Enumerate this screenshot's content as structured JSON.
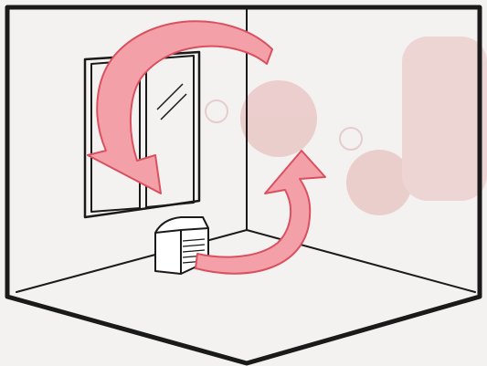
{
  "diagram": {
    "kind": "room-air-circulation",
    "elements": [
      {
        "name": "room-outline",
        "semantic": "cube-room"
      },
      {
        "name": "window",
        "panes": 2
      },
      {
        "name": "heater",
        "semantic": "space heater"
      },
      {
        "name": "arrow-from-window",
        "direction": "down-into-room"
      },
      {
        "name": "arrow-from-heater",
        "direction": "up-into-room"
      }
    ],
    "colors": {
      "outline": "#1a1a1a",
      "arrow_fill": "#f4a0a8",
      "arrow_stroke": "#d9505f",
      "bg": "#f4f2f0",
      "faint_print": "#e8c8c8"
    }
  }
}
